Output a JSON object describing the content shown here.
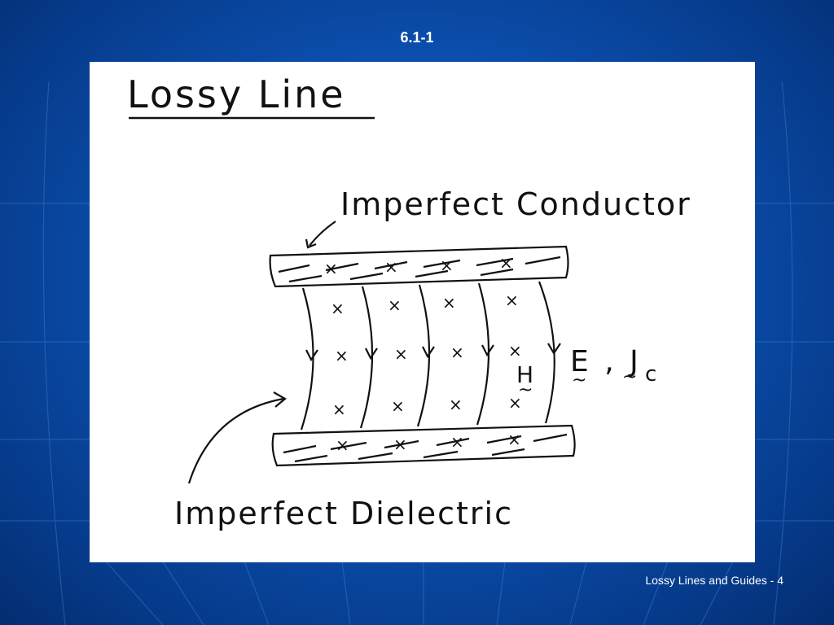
{
  "slide": {
    "number": "6.1-1",
    "footer": "Lossy Lines and Guides - 4"
  },
  "diagram": {
    "title": "Lossy Line",
    "label_conductor": "Imperfect Conductor",
    "label_dielectric": "Imperfect Dielectric",
    "label_fields": "E , J",
    "label_fields_sub": "c",
    "label_h": "H",
    "cross_mark": "×"
  },
  "colors": {
    "background": "#0b4fae",
    "ink": "#111111",
    "board": "#ffffff"
  }
}
